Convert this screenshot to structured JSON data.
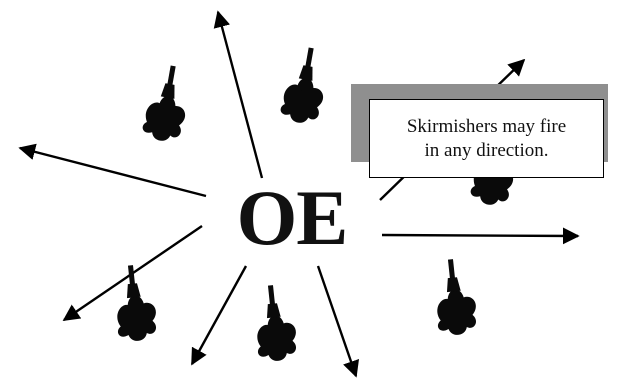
{
  "center_label": "OE",
  "callout": {
    "line1": "Skirmishers may fire",
    "line2": "in any direction."
  },
  "colors": {
    "arrow": "#000000",
    "figure": "#0a0a0a",
    "callout_shadow": "#8f8f8f",
    "background": "#ffffff"
  },
  "icons": [
    "arrow",
    "skirmisher-figure"
  ]
}
